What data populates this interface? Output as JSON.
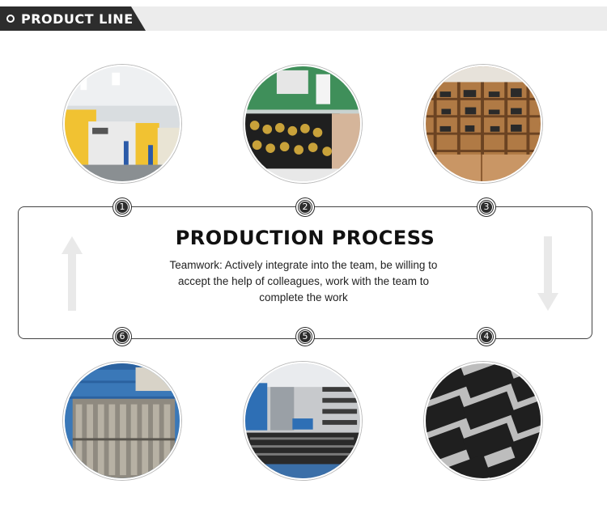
{
  "header": {
    "title": "PRODUCT LINE"
  },
  "process": {
    "title": "PRODUCTION PROCESS",
    "description": "Teamwork: Actively integrate into the team, be willing to accept the help of colleagues, work with the team to complete the work"
  },
  "steps": [
    {
      "number": "1"
    },
    {
      "number": "2"
    },
    {
      "number": "3"
    },
    {
      "number": "4"
    },
    {
      "number": "5"
    },
    {
      "number": "6"
    }
  ],
  "colors": {
    "banner_dark": "#2d2d2d",
    "banner_light": "#ececec",
    "border": "#444444"
  }
}
